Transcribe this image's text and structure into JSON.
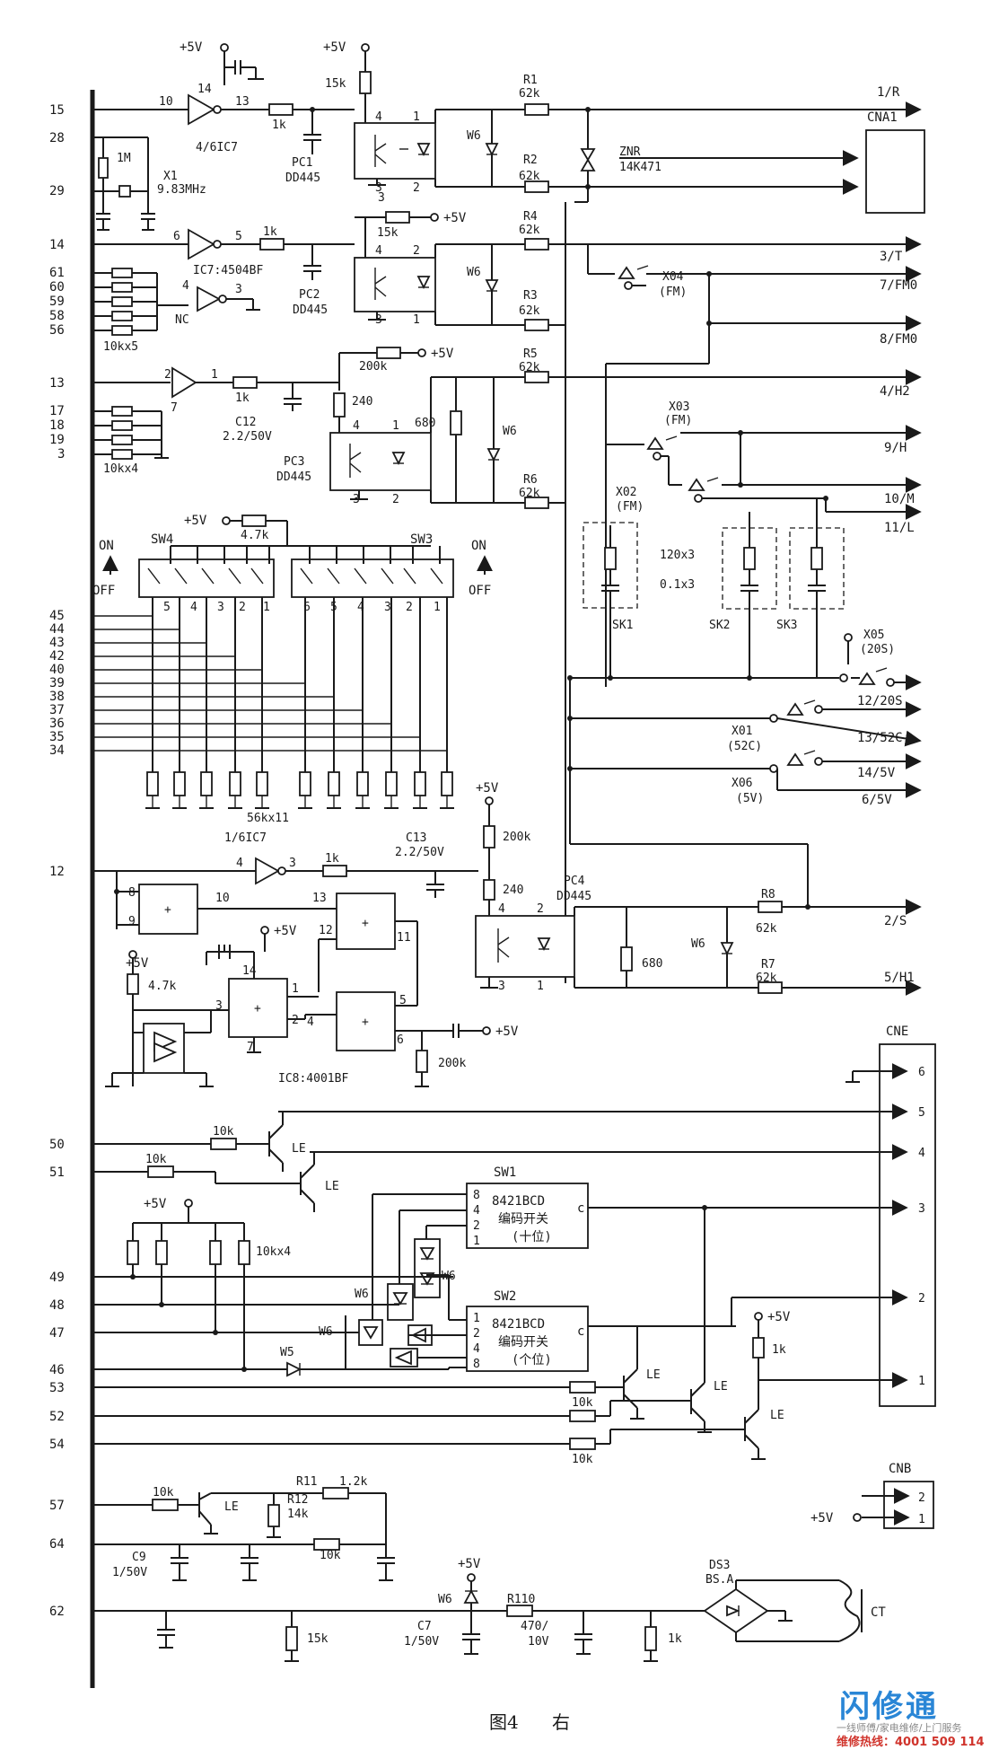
{
  "pins": [
    "15",
    "28",
    "29",
    "14",
    "61",
    "60",
    "59",
    "58",
    "56",
    "13",
    "17",
    "18",
    "19",
    "3",
    "45",
    "44",
    "43",
    "42",
    "40",
    "39",
    "38",
    "37",
    "36",
    "35",
    "34",
    "12",
    "50",
    "51",
    "49",
    "48",
    "47",
    "46",
    "53",
    "52",
    "54",
    "57",
    "64",
    "62"
  ],
  "outputs": [
    "1/R",
    "3/T",
    "7/FM0",
    "8/FM0",
    "4/H2",
    "9/H",
    "10/M",
    "11/L",
    "12/20S",
    "13/52C",
    "14/5V",
    "6/5V",
    "2/S",
    "5/H1"
  ],
  "cna1": "CNA1",
  "cne": {
    "label": "CNE",
    "pins": [
      "6",
      "5",
      "4",
      "3",
      "2",
      "1"
    ]
  },
  "cnb": {
    "label": "CNB",
    "pins": [
      "2",
      "1"
    ]
  },
  "ic": {
    "ic7a": "4/6IC7",
    "ic7": "IC7:4504BF",
    "ic7b": "1/6IC7",
    "ic8": "IC8:4001BF",
    "nc": "NC"
  },
  "crystal": {
    "ref": "X1",
    "freq": "9.83MHz",
    "r": "1M"
  },
  "optos": [
    {
      "ref": "PC1",
      "part": "DD445"
    },
    {
      "ref": "PC2",
      "part": "DD445"
    },
    {
      "ref": "PC3",
      "part": "DD445"
    },
    {
      "ref": "PC4",
      "part": "DD445"
    }
  ],
  "resistors": {
    "r1": "R1",
    "r2": "R2",
    "r3": "R3",
    "r4": "R4",
    "r5": "R5",
    "r6": "R6",
    "r7": "R7",
    "r8": "R8",
    "r11": "R11",
    "r12": "R12",
    "r110": "R110",
    "v62k": "62k",
    "v15k": "15k",
    "v1k": "1k",
    "v200k": "200k",
    "v240": "240",
    "v680": "680",
    "v47k": "4.7k",
    "v10k": "10k",
    "v14k": "14k",
    "v12k": "1.2k",
    "bank10kx5": "10kx5",
    "bank10kx4": "10kx4",
    "bank56kx11": "56kx11"
  },
  "caps": {
    "c12": "C12",
    "c12v": "2.2/50V",
    "c13": "C13",
    "c13v": "2.2/50V",
    "c9": "C9",
    "c9v": "1/50V",
    "c7": "C7",
    "c7v": "1/50V",
    "c470": "470/",
    "c10v": "10V",
    "sk": "120x3",
    "sk2": "0.1x3"
  },
  "sk": [
    "SK1",
    "SK2",
    "SK3"
  ],
  "relays": [
    {
      "ref": "X04",
      "mode": "(FM)"
    },
    {
      "ref": "X03",
      "mode": "(FM)"
    },
    {
      "ref": "X02",
      "mode": "(FM)"
    },
    {
      "ref": "X05",
      "mode": "(20S)"
    },
    {
      "ref": "X01",
      "mode": "(52C)"
    },
    {
      "ref": "X06",
      "mode": "(5V)"
    }
  ],
  "zener": {
    "ref": "ZNR",
    "part": "14K471"
  },
  "switches": {
    "sw4": "SW4",
    "sw3": "SW3",
    "on": "ON",
    "off": "OFF",
    "sw4pins": [
      "5",
      "4",
      "3",
      "2",
      "1"
    ],
    "sw3pins": [
      "6",
      "5",
      "4",
      "3",
      "2",
      "1"
    ],
    "sw1": "SW1",
    "sw2": "SW2",
    "bcd": "8421BCD",
    "sw1sub": "编码开关",
    "sw1pos": "(十位)",
    "sw2sub": "编码开关",
    "sw2pos": "(个位)",
    "bcdpins": [
      "8",
      "4",
      "2",
      "1"
    ],
    "bcdpins2": [
      "1",
      "2",
      "4",
      "8"
    ],
    "common": "c"
  },
  "gate_pins": [
    "10",
    "14",
    "13",
    "6",
    "5",
    "4",
    "3",
    "2",
    "1",
    "8",
    "9",
    "10",
    "13",
    "12",
    "11",
    "1",
    "2",
    "4",
    "3",
    "14",
    "7",
    "5",
    "6",
    "11"
  ],
  "diodes": {
    "w6": "W6",
    "w5": "W5"
  },
  "transistor": "LE",
  "supply": "+5V",
  "rectifier": {
    "ref": "DS3",
    "part": "BS.A"
  },
  "ct": "CT",
  "caption": {
    "fig": "图4",
    "side": "右"
  },
  "watermark": {
    "brand": "闪修通",
    "tag": "一线师傅/家电维修/上门服务",
    "hotline": "维修热线：4001 509 114"
  },
  "colors": {
    "ink": "#1a1a1a",
    "brand": "#2a86d6",
    "hot": "#d0342c"
  }
}
